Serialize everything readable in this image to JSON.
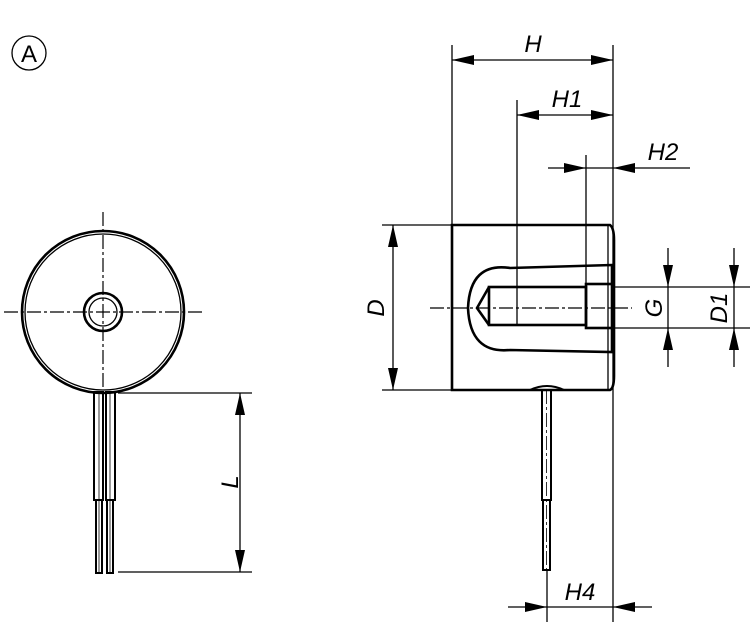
{
  "view_marker": "A",
  "dimensions": {
    "H": "H",
    "H1": "H1",
    "H2": "H2",
    "H4": "H4",
    "D": "D",
    "D1": "D1",
    "G": "G",
    "L": "L"
  },
  "colors": {
    "line": "#000000",
    "background": "#ffffff"
  }
}
